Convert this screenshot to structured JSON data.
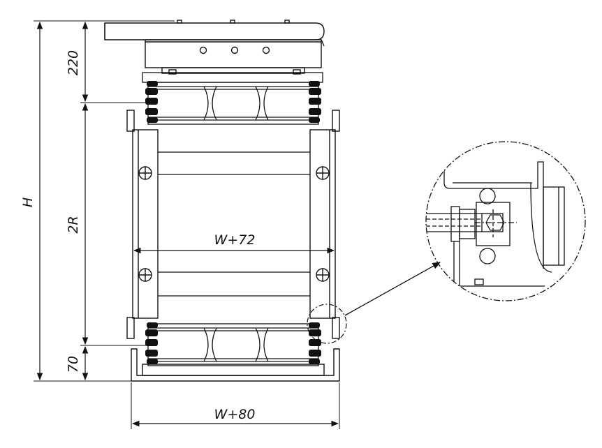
{
  "dimensions": {
    "overall_height": "H",
    "top_height": "220",
    "radius": "2R",
    "bottom_height": "70",
    "inner_width": "W+72",
    "outer_width": "W+80"
  },
  "colors": {
    "line": "#111111",
    "background": "#ffffff"
  },
  "icons": {
    "detail": "magnified-bearing-detail",
    "arrow": "leader-arrow"
  }
}
